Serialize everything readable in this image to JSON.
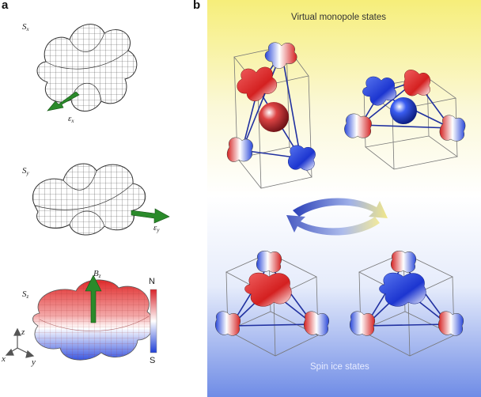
{
  "panel_a": {
    "letter": "a",
    "sx": {
      "symbol": "S",
      "subscript": "x"
    },
    "ex": {
      "symbol": "ε",
      "subscript": "x"
    },
    "sy": {
      "symbol": "S",
      "subscript": "y"
    },
    "ey": {
      "symbol": "ε",
      "subscript": "y"
    },
    "sz": {
      "symbol": "S",
      "subscript": "z"
    },
    "bz": {
      "symbol": "B",
      "subscript": "z"
    },
    "scale": {
      "top": "N",
      "bottom": "S"
    },
    "axes": {
      "z": "z",
      "y": "y",
      "x": "x"
    }
  },
  "panel_b": {
    "letter": "b",
    "top_title": "Virtual monopole states",
    "bottom_title": "Spin ice states"
  },
  "colors": {
    "north_red": "#d8232a",
    "south_blue": "#1f3fd6",
    "arrow_green": "#1f7a1f",
    "top_gradient": "#f6ee7a",
    "bottom_gradient": "#6f8ce6"
  }
}
